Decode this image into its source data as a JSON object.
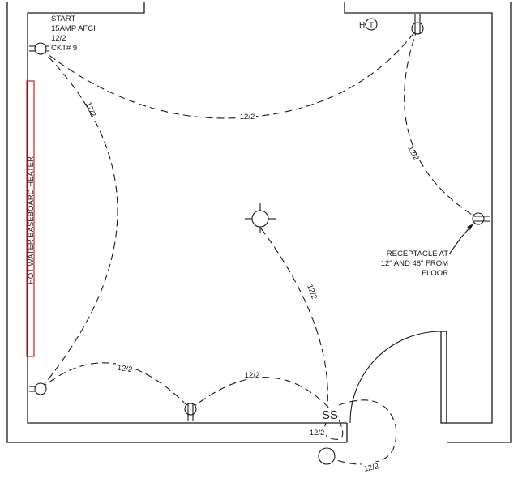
{
  "notes": {
    "start": [
      "START",
      "15AMP AFCI",
      "12/2",
      "CKT# 9"
    ],
    "heater_label": "HOT WATER BASEBOARD HEATER",
    "receptacle_note": [
      "RECEPTACLE AT",
      "12\" AND 48\" FROM",
      "FLOOR"
    ]
  },
  "wire_labels": {
    "top_run": "12/2",
    "left_run": "12/2",
    "right_run": "12/2",
    "light_drop": "12/2",
    "bottom_left": "12/2",
    "bottom_mid": "12/2",
    "switch_loop": "12/2",
    "exterior": "12/2"
  },
  "switches": {
    "label": "SS"
  },
  "thermostat": {
    "label": "T",
    "prefix": "H"
  },
  "colors": {
    "lines": "#1a1a1a",
    "heater": "#cc1f1f",
    "background": "#ffffff"
  }
}
